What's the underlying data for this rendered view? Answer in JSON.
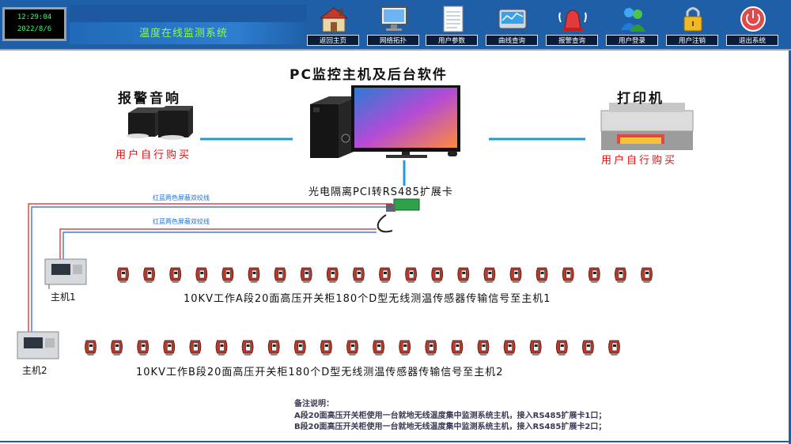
{
  "header": {
    "time": "12:29:04",
    "date": "2022/8/6",
    "system_title": "温度在线监测系统"
  },
  "nav": [
    {
      "label": "返回主页",
      "icon": "home-icon"
    },
    {
      "label": "网络拓扑",
      "icon": "monitor-icon"
    },
    {
      "label": "用户参数",
      "icon": "document-icon"
    },
    {
      "label": "曲线查询",
      "icon": "chart-icon"
    },
    {
      "label": "报警查询",
      "icon": "alarm-icon"
    },
    {
      "label": "用户登录",
      "icon": "users-icon"
    },
    {
      "label": "用户注销",
      "icon": "lock-icon"
    },
    {
      "label": "退出系统",
      "icon": "power-icon"
    }
  ],
  "diagram": {
    "main_title": "PC监控主机及后台软件",
    "alarm_title": "报警音响",
    "alarm_note": "用户自行购买",
    "printer_title": "打印机",
    "printer_note": "用户自行购买",
    "card_label": "光电隔离PCI转RS485扩展卡",
    "cable_label_1": "红蓝两色屏蔽双绞线",
    "cable_label_2": "红蓝两色屏蔽双绞线",
    "host1_label": "主机1",
    "host2_label": "主机2",
    "row_a_caption": "10KV工作A段20面高压开关柜180个D型无线测温传感器传输信号至主机1",
    "row_b_caption": "10KV工作B段20面高压开关柜180个D型无线测温传感器传输信号至主机2",
    "row_a_count": 21,
    "row_b_count": 21
  },
  "notes": {
    "heading": "备注说明：",
    "line1": "A段20面高压开关柜使用一台就地无线温度集中监测系统主机，接入RS485扩展卡1口；",
    "line2": "B段20面高压开关柜使用一台就地无线温度集中监测系统主机，接入RS485扩展卡2口；"
  },
  "colors": {
    "topbar": "#1f5fa8",
    "link_line": "#1e9be0",
    "cable_red": "#d81e1e",
    "cable_blue": "#1f62d0",
    "note_red": "#e01010"
  }
}
